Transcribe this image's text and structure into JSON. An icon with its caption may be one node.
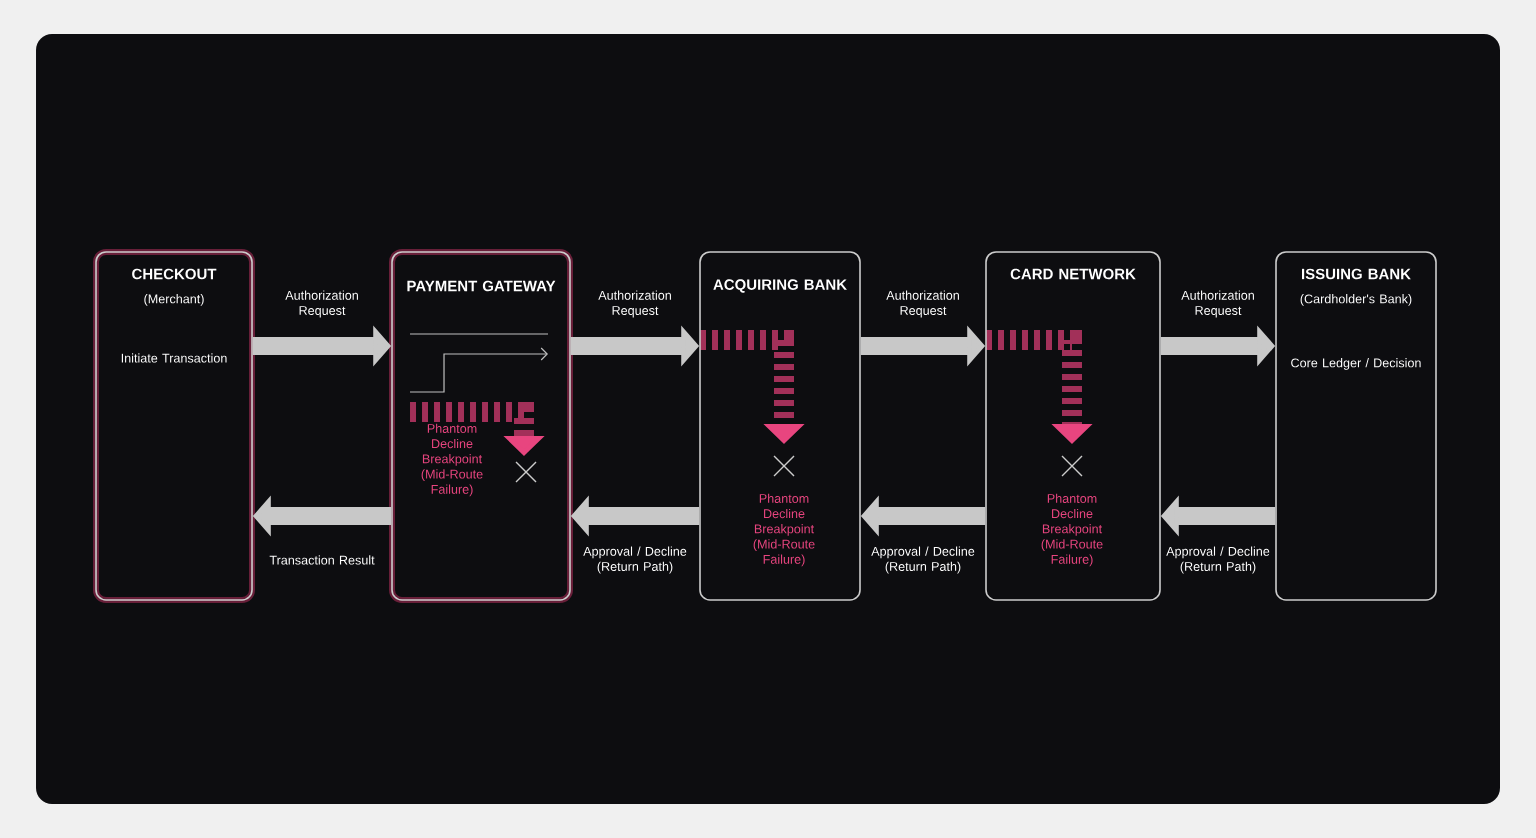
{
  "diagram": {
    "nodes": [
      {
        "text": [
          "CHECKOUT",
          "(Merchant)",
          "Initiate Transaction"
        ]
      },
      {
        "text": [
          "PAYMENT GATEWAY"
        ]
      },
      {
        "text": [
          "ACQUIRING BANK"
        ]
      },
      {
        "text": [
          "CARD NETWORK"
        ]
      },
      {
        "text": [
          "ISSUING BANK",
          "(Cardholder's Bank)",
          "Core Ledger / Decision"
        ]
      }
    ],
    "edges": [
      {
        "from": 0,
        "to": 1,
        "arrow": "to",
        "label": "Authorization Request"
      },
      {
        "from": 1,
        "to": 2,
        "arrow": "to",
        "label": "Authorization Request"
      },
      {
        "from": 2,
        "to": 3,
        "arrow": "to",
        "label": "Authorization Request"
      },
      {
        "from": 3,
        "to": 4,
        "arrow": "to",
        "label": "Authorization Request"
      },
      {
        "from": 4,
        "to": 3,
        "arrow": "to",
        "label": "Approval / Decline (Return Path)"
      },
      {
        "from": 3,
        "to": 2,
        "arrow": "to",
        "label": "Approval / Decline (Return Path)"
      },
      {
        "from": 2,
        "to": 1,
        "arrow": "to",
        "label": "Approval / Decline (Return Path)"
      },
      {
        "from": 1,
        "to": 0,
        "arrow": "to",
        "label": "Transaction Result"
      }
    ],
    "labels": [
      "Phantom Decline Breakpoint (Mid-Route Failure)",
      "Phantom Decline Breakpoint (Mid-Route Failure)",
      "Phantom Decline Breakpoint (Mid-Route Failure)"
    ]
  }
}
